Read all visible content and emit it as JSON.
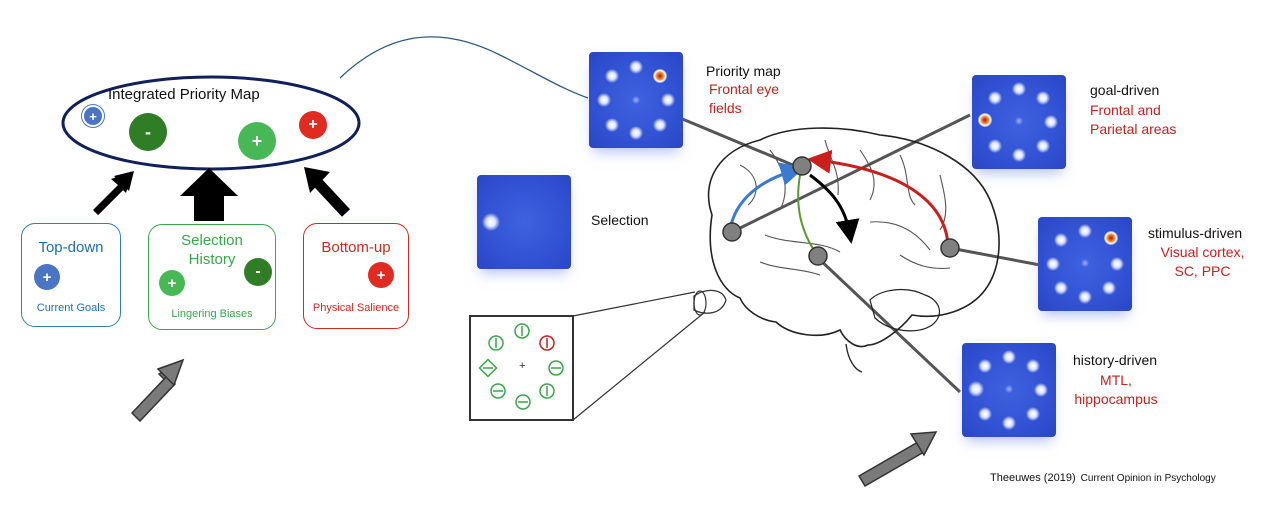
{
  "left": {
    "ipm_title": "Integrated Priority Map",
    "ipm_markers": {
      "plus_blue": "+",
      "minus_green": "-",
      "plus_green": "+",
      "plus_red": "+"
    },
    "topdown": {
      "title": "Top-down",
      "sign": "+",
      "sub": "Current Goals"
    },
    "selection": {
      "title": "Selection History",
      "plus": "+",
      "minus": "-",
      "sub": "Lingering Biases"
    },
    "bottomup": {
      "title": "Bottom-up",
      "sign": "+",
      "sub": "Physical Salience"
    }
  },
  "right": {
    "priority": {
      "label": "Priority map",
      "area": "Frontal eye fields"
    },
    "selection": {
      "label": "Selection"
    },
    "goal": {
      "label": "goal-driven",
      "area": "Frontal and Parietal areas"
    },
    "stimulus": {
      "label": "stimulus-driven",
      "area": "Visual cortex, SC, PPC"
    },
    "history": {
      "label": "history-driven",
      "area": "MTL, hippocampus"
    },
    "display_center": "+",
    "citation_author": "Theeuwes (2019)",
    "citation_journal": "Current Opinion in Psychology"
  },
  "colors": {
    "blue": "#1f6fae",
    "green": "#3aa64a",
    "dark_green": "#2f7d25",
    "red": "#d02a1f",
    "navy": "#10205a",
    "panel_blue": "#2f4fd0"
  }
}
